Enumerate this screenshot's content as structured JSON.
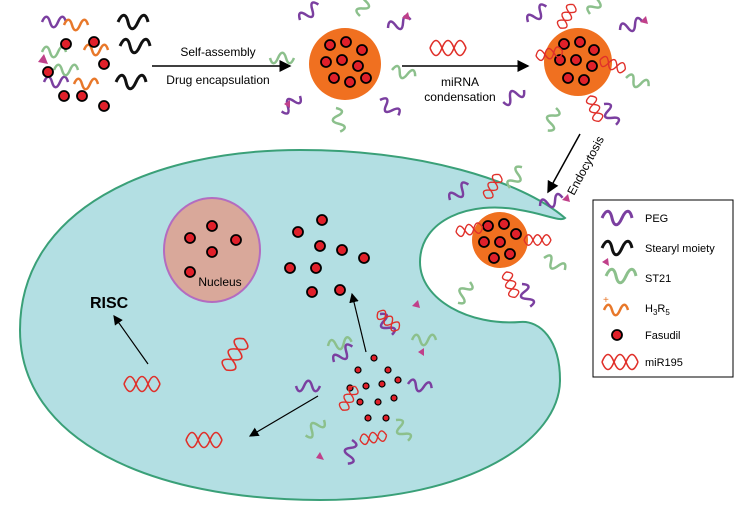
{
  "steps": {
    "step1_line1": "Self-assembly",
    "step1_line2": "Drug encapsulation",
    "step2_line1": "miRNA",
    "step2_line2": "condensation",
    "step3": "Endocytosis"
  },
  "cell": {
    "nucleus_label": "Nucleus",
    "risc_label": "RISC"
  },
  "legend": {
    "items": [
      {
        "label": "PEG",
        "icon": "purple-wave-icon"
      },
      {
        "label": "Stearyl moiety",
        "icon": "black-wave-icon"
      },
      {
        "label": "ST21",
        "icon": "green-wave-triangle-icon"
      },
      {
        "label": "H3R5",
        "icon": "orange-wave-plus-icon"
      },
      {
        "label": "Fasudil",
        "icon": "red-dot-icon"
      },
      {
        "label": "miR195",
        "icon": "red-double-helix-icon"
      }
    ],
    "h3r5_main": "H",
    "h3r5_sub1": "3",
    "h3r5_mid": "R",
    "h3r5_sub2": "5"
  },
  "colors": {
    "peg": "#7b3fa0",
    "stearyl": "#111111",
    "st21": "#8cc08c",
    "h3r5": "#e8782a",
    "fasudil": "#e0202a",
    "mir195": "#e0302a",
    "core": "#f07020",
    "cell": "#b3dfe3",
    "nucleus": "#d9a89a"
  }
}
